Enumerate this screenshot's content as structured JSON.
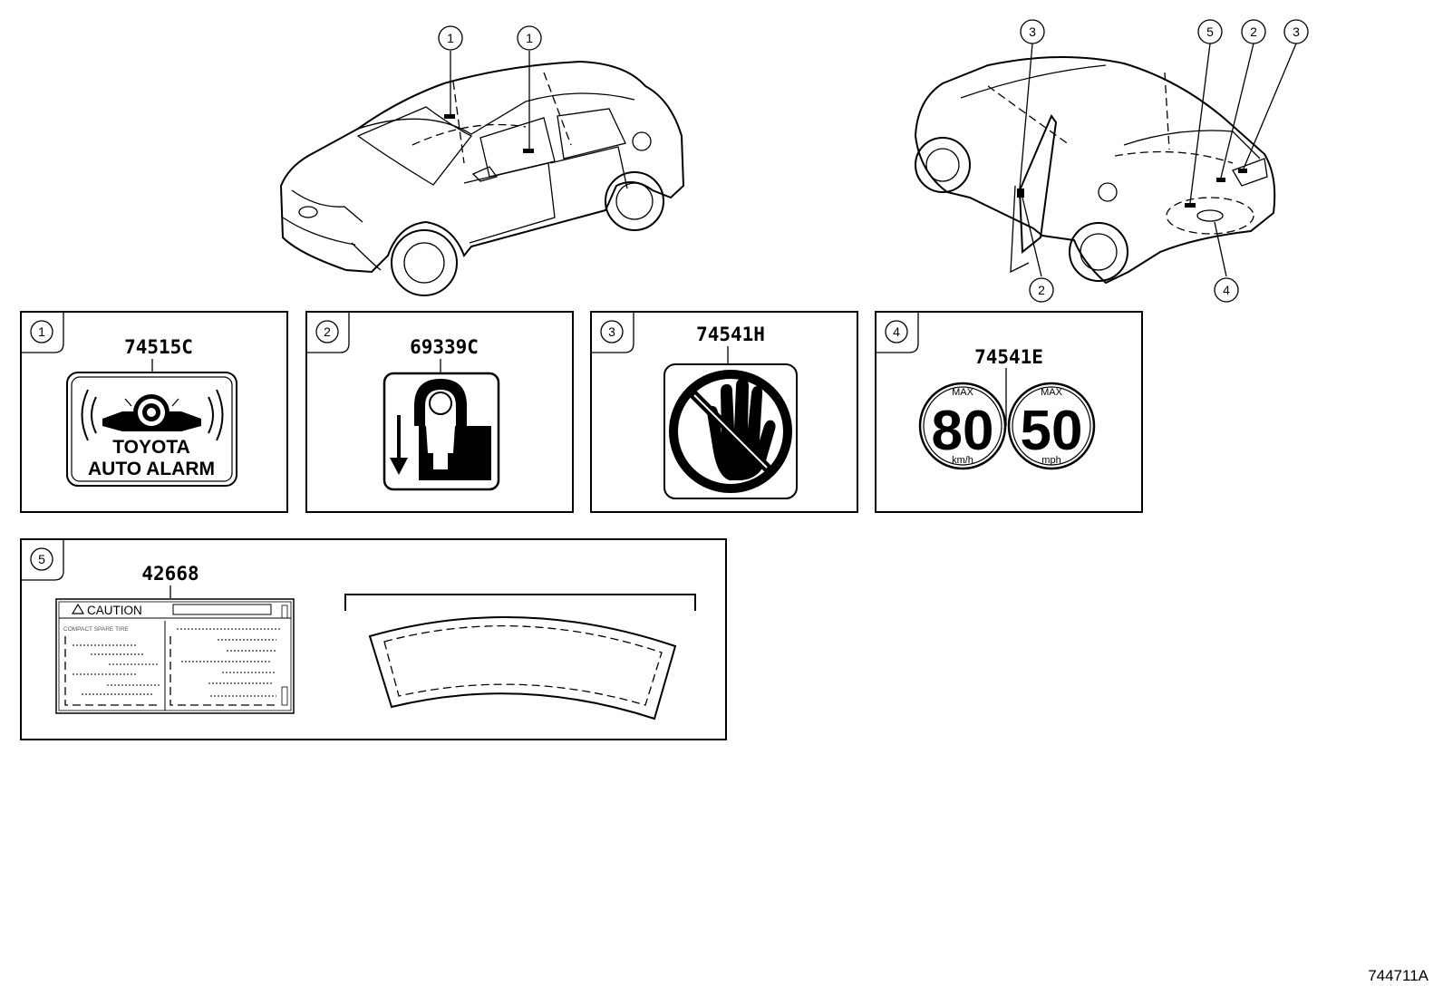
{
  "callouts": {
    "front_car": [
      "1",
      "1"
    ],
    "rear_car": [
      "3",
      "5",
      "2",
      "3",
      "2",
      "4"
    ]
  },
  "panels": [
    {
      "index": "1",
      "part_number": "74515C",
      "label_lines": [
        "TOYOTA",
        "AUTO ALARM"
      ]
    },
    {
      "index": "2",
      "part_number": "69339C"
    },
    {
      "index": "3",
      "part_number": "74541H"
    },
    {
      "index": "4",
      "part_number": "74541E",
      "limits": [
        {
          "max": "MAX",
          "value": "80",
          "unit": "km/h"
        },
        {
          "max": "MAX",
          "value": "50",
          "unit": "mph"
        }
      ]
    },
    {
      "index": "5",
      "part_number": "42668",
      "caution": "CAUTION",
      "subtitle": "COMPACT SPARE TIRE"
    }
  ],
  "figure_id": "744711A",
  "icons": [
    "alarm-siren-icon",
    "child-lock-icon",
    "no-hand-icon",
    "caution-triangle-icon"
  ]
}
